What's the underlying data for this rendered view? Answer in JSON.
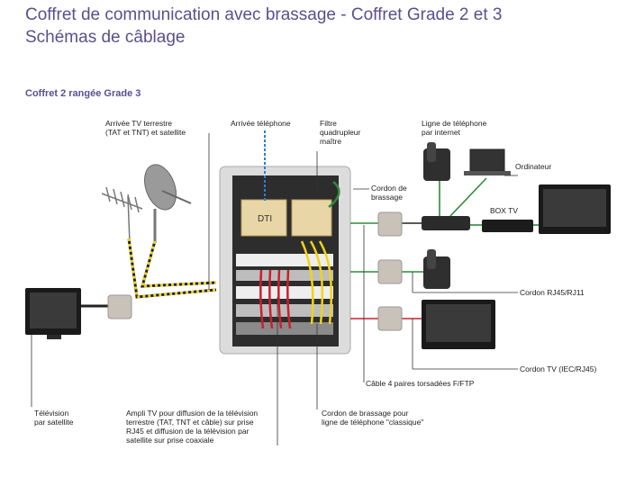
{
  "header": {
    "title": "Coffret de communication avec brassage - Coffret Grade 2 et 3",
    "subtitle": "Schémas de câblage",
    "section": "Coffret 2 rangée Grade 3"
  },
  "labels": {
    "tv_arrival": "Arrivée TV terrestre\n(TAT et TNT) et satellite",
    "phone_arrival": "Arrivée téléphone",
    "filter": "Filtre\nquadrupleur\nmaître",
    "phone_line": "Ligne de téléphone\npar internet",
    "computer": "Ordinateur",
    "patch_cord": "Cordon de\nbrassage",
    "box_tv": "BOX TV",
    "dti": "DTI",
    "cord_rj45_rj11": "Cordon RJ45/RJ11",
    "cord_tv": "Cordon TV (IEC/RJ45)",
    "cable_4pairs": "Câble 4 paires torsadées F/FTP",
    "tv_satellite": "Télévision\npar satellite",
    "ampli_tv": "Ampli TV pour diffusion de la télévision\nterrestre (TAT, TNT et câble) sur prise\nRJ45 et diffusion de la télévision par\nsatellite sur prise coaxiale",
    "patch_classic": "Cordon de brassage pour\nligne de téléphone \"classique\""
  },
  "colors": {
    "title": "#5b4f8e",
    "cable_yellow": "#f2d21b",
    "cable_red": "#cc1f2b",
    "cable_green": "#2e8b3a",
    "phone_blue": "#2a7fd4"
  }
}
